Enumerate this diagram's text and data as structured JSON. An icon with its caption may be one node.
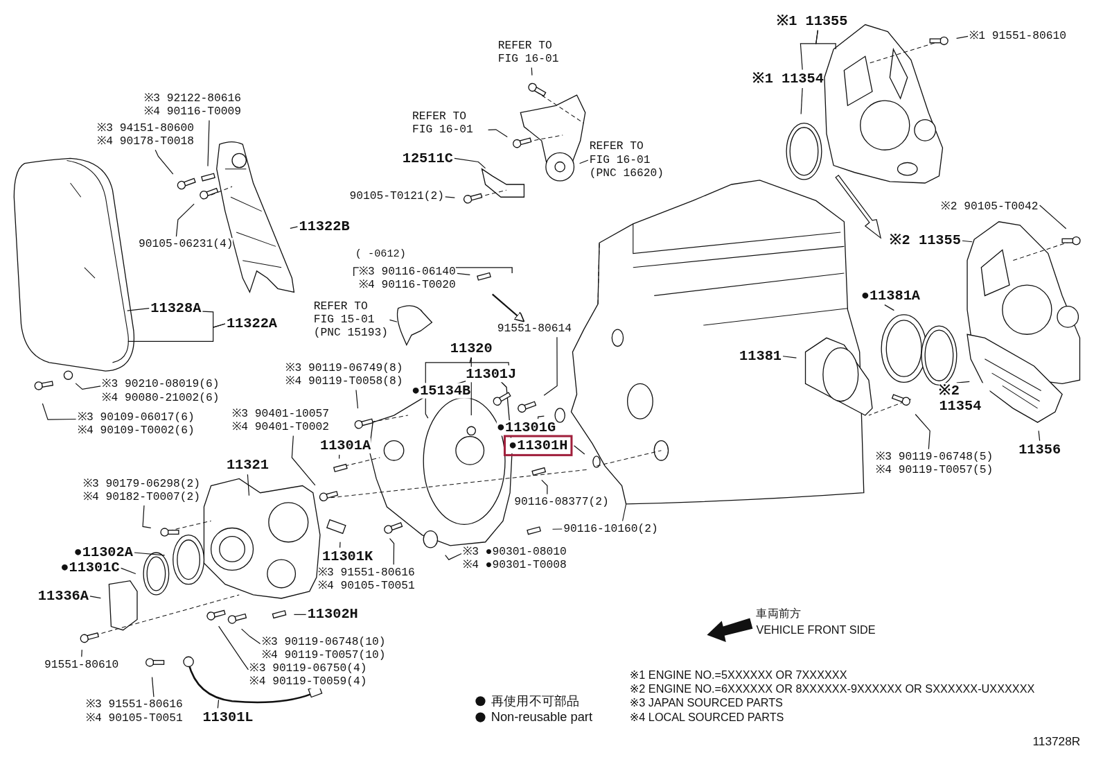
{
  "diagram": {
    "nodes": [
      {
        "text": [
          "REFER TO FIG 16-01"
        ]
      },
      {
        "text": [
          "REFER TO FIG 16-01"
        ]
      },
      {
        "text": [
          "REFER TO FIG 16-01 (PNC 16620)"
        ]
      },
      {
        "text": [
          "12511C"
        ]
      },
      {
        "text": [
          "90105-T0121(2)"
        ]
      },
      {
        "text": [
          "※3 92122-80616",
          "※4 90116-T0009"
        ]
      },
      {
        "text": [
          "※3 94151-80600",
          "※4 90178-T0018"
        ]
      },
      {
        "text": [
          "90105-06231(4)"
        ]
      },
      {
        "text": [
          "11322B"
        ]
      },
      {
        "text": [
          "11328A"
        ]
      },
      {
        "text": [
          "11322A"
        ]
      },
      {
        "text": [
          "※3 90210-08019(6)",
          "※4 90080-21002(6)"
        ]
      },
      {
        "text": [
          "※3 90109-06017(6)",
          "※4 90109-T0002(6)"
        ]
      },
      {
        "text": [
          "※3 90116-06140",
          "※4 90116-T0020"
        ]
      },
      {
        "text": [
          "REFER TO FIG 15-01 (PNC 15193)"
        ]
      },
      {
        "text": [
          "91551-80614"
        ]
      },
      {
        "text": [
          "11320"
        ]
      },
      {
        "text": [
          "11301J"
        ]
      },
      {
        "text": [
          "●15134B"
        ]
      },
      {
        "text": [
          "※3 90119-06749(8)",
          "※4 90119-T0058(8)"
        ]
      },
      {
        "text": [
          "※3 90401-10057",
          "※4 90401-T0002"
        ]
      },
      {
        "text": [
          "11301A"
        ]
      },
      {
        "text": [
          "●11301G"
        ]
      },
      {
        "text": [
          "●11301H"
        ]
      },
      {
        "text": [
          "11321"
        ]
      },
      {
        "text": [
          "※3 90179-06298(2)",
          "※4 90182-T0007(2)"
        ]
      },
      {
        "text": [
          "●11302A"
        ]
      },
      {
        "text": [
          "●11301C"
        ]
      },
      {
        "text": [
          "11336A"
        ]
      },
      {
        "text": [
          "11301K"
        ]
      },
      {
        "text": [
          "※3 91551-80616",
          "※4 90105-T0051"
        ]
      },
      {
        "text": [
          "90116-08377(2)"
        ]
      },
      {
        "text": [
          "90116-10160(2)"
        ]
      },
      {
        "text": [
          "※3 ●90301-08010",
          "※4 ●90301-T0008"
        ]
      },
      {
        "text": [
          "11302H"
        ]
      },
      {
        "text": [
          "※3 90119-06748(10)",
          "※4 90119-T0057(10)"
        ]
      },
      {
        "text": [
          "※3 90119-06750(4)",
          "※4 90119-T0059(4)"
        ]
      },
      {
        "text": [
          "91551-80610"
        ]
      },
      {
        "text": [
          "※3 91551-80616",
          "※4 90105-T0051"
        ]
      },
      {
        "text": [
          "11301L"
        ]
      },
      {
        "text": [
          "※1 11355"
        ]
      },
      {
        "text": [
          "※1 91551-80610"
        ]
      },
      {
        "text": [
          "※1 11354"
        ]
      },
      {
        "text": [
          "※2 90105-T0042"
        ]
      },
      {
        "text": [
          "※2 11355"
        ]
      },
      {
        "text": [
          "●11381A"
        ]
      },
      {
        "text": [
          "11381"
        ]
      },
      {
        "text": [
          "※2 11354"
        ]
      },
      {
        "text": [
          "※3 90119-06748(5)",
          "※4 90119-T0057(5)"
        ]
      },
      {
        "text": [
          "11356"
        ]
      }
    ],
    "edges": [
      {
        "from": 0,
        "to": null,
        "arrow": "none"
      },
      {
        "from": 1,
        "to": null,
        "arrow": "none"
      },
      {
        "from": 2,
        "to": null,
        "arrow": "none"
      },
      {
        "from": 3,
        "to": null,
        "arrow": "none"
      },
      {
        "from": 4,
        "to": null,
        "arrow": "none"
      },
      {
        "from": 5,
        "to": null,
        "arrow": "none"
      },
      {
        "from": 6,
        "to": null,
        "arrow": "none"
      },
      {
        "from": 7,
        "to": null,
        "arrow": "none"
      },
      {
        "from": 8,
        "to": null,
        "arrow": "none"
      },
      {
        "from": 9,
        "to": null,
        "arrow": "none"
      },
      {
        "from": 10,
        "to": 9,
        "arrow": "none"
      },
      {
        "from": 10,
        "to": null,
        "arrow": "none"
      },
      {
        "from": 11,
        "to": null,
        "arrow": "none"
      },
      {
        "from": 12,
        "to": null,
        "arrow": "none"
      },
      {
        "from": 13,
        "to": null,
        "arrow": "none"
      },
      {
        "from": null,
        "to": 15,
        "arrow": "to"
      },
      {
        "from": 14,
        "to": null,
        "arrow": "none"
      },
      {
        "from": 15,
        "to": null,
        "arrow": "none"
      },
      {
        "from": 16,
        "to": null,
        "arrow": "none"
      },
      {
        "from": 16,
        "to": null,
        "arrow": "none"
      },
      {
        "from": 16,
        "to": 17,
        "arrow": "none"
      },
      {
        "from": 19,
        "to": null,
        "arrow": "none"
      },
      {
        "from": 20,
        "to": null,
        "arrow": "none"
      },
      {
        "from": 21,
        "to": null,
        "arrow": "none"
      },
      {
        "from": 22,
        "to": null,
        "arrow": "none"
      },
      {
        "from": 23,
        "to": null,
        "arrow": "none"
      },
      {
        "from": 24,
        "to": null,
        "arrow": "none"
      },
      {
        "from": 25,
        "to": null,
        "arrow": "none"
      },
      {
        "from": 26,
        "to": null,
        "arrow": "none"
      },
      {
        "from": 27,
        "to": null,
        "arrow": "none"
      },
      {
        "from": 28,
        "to": null,
        "arrow": "none"
      },
      {
        "from": 29,
        "to": null,
        "arrow": "none"
      },
      {
        "from": 30,
        "to": null,
        "arrow": "none"
      },
      {
        "from": 31,
        "to": null,
        "arrow": "none"
      },
      {
        "from": 32,
        "to": null,
        "arrow": "none"
      },
      {
        "from": 33,
        "to": null,
        "arrow": "none"
      },
      {
        "from": 34,
        "to": null,
        "arrow": "none"
      },
      {
        "from": 35,
        "to": null,
        "arrow": "none"
      },
      {
        "from": 36,
        "to": null,
        "arrow": "none"
      },
      {
        "from": 37,
        "to": null,
        "arrow": "none"
      },
      {
        "from": 38,
        "to": null,
        "arrow": "none"
      },
      {
        "from": 39,
        "to": null,
        "arrow": "none"
      },
      {
        "from": 40,
        "to": null,
        "arrow": "none"
      },
      {
        "from": 40,
        "to": 42,
        "arrow": "none"
      },
      {
        "from": 42,
        "to": null,
        "arrow": "none"
      },
      {
        "from": 41,
        "to": null,
        "arrow": "none"
      },
      {
        "from": 43,
        "to": null,
        "arrow": "none"
      },
      {
        "from": 44,
        "to": null,
        "arrow": "none"
      },
      {
        "from": 45,
        "to": null,
        "arrow": "none"
      },
      {
        "from": 46,
        "to": null,
        "arrow": "none"
      },
      {
        "from": 47,
        "to": null,
        "arrow": "none"
      },
      {
        "from": 48,
        "to": null,
        "arrow": "none"
      },
      {
        "from": 49,
        "to": null,
        "arrow": "none"
      }
    ],
    "labels": [
      "( -0612)",
      "車両前方",
      "VEHICLE FRONT SIDE",
      "※1 ENGINE NO.=5XXXXXX OR 7XXXXXX",
      "※2 ENGINE NO.=6XXXXXX OR 8XXXXXX-9XXXXXX OR SXXXXXX-UXXXXXX",
      "※3 JAPAN SOURCED PARTS",
      "※4 LOCAL SOURCED PARTS",
      "113728R"
    ],
    "legend": [
      {
        "text": "再使用不可部品"
      },
      {
        "text": "Non-reusable part"
      }
    ]
  }
}
